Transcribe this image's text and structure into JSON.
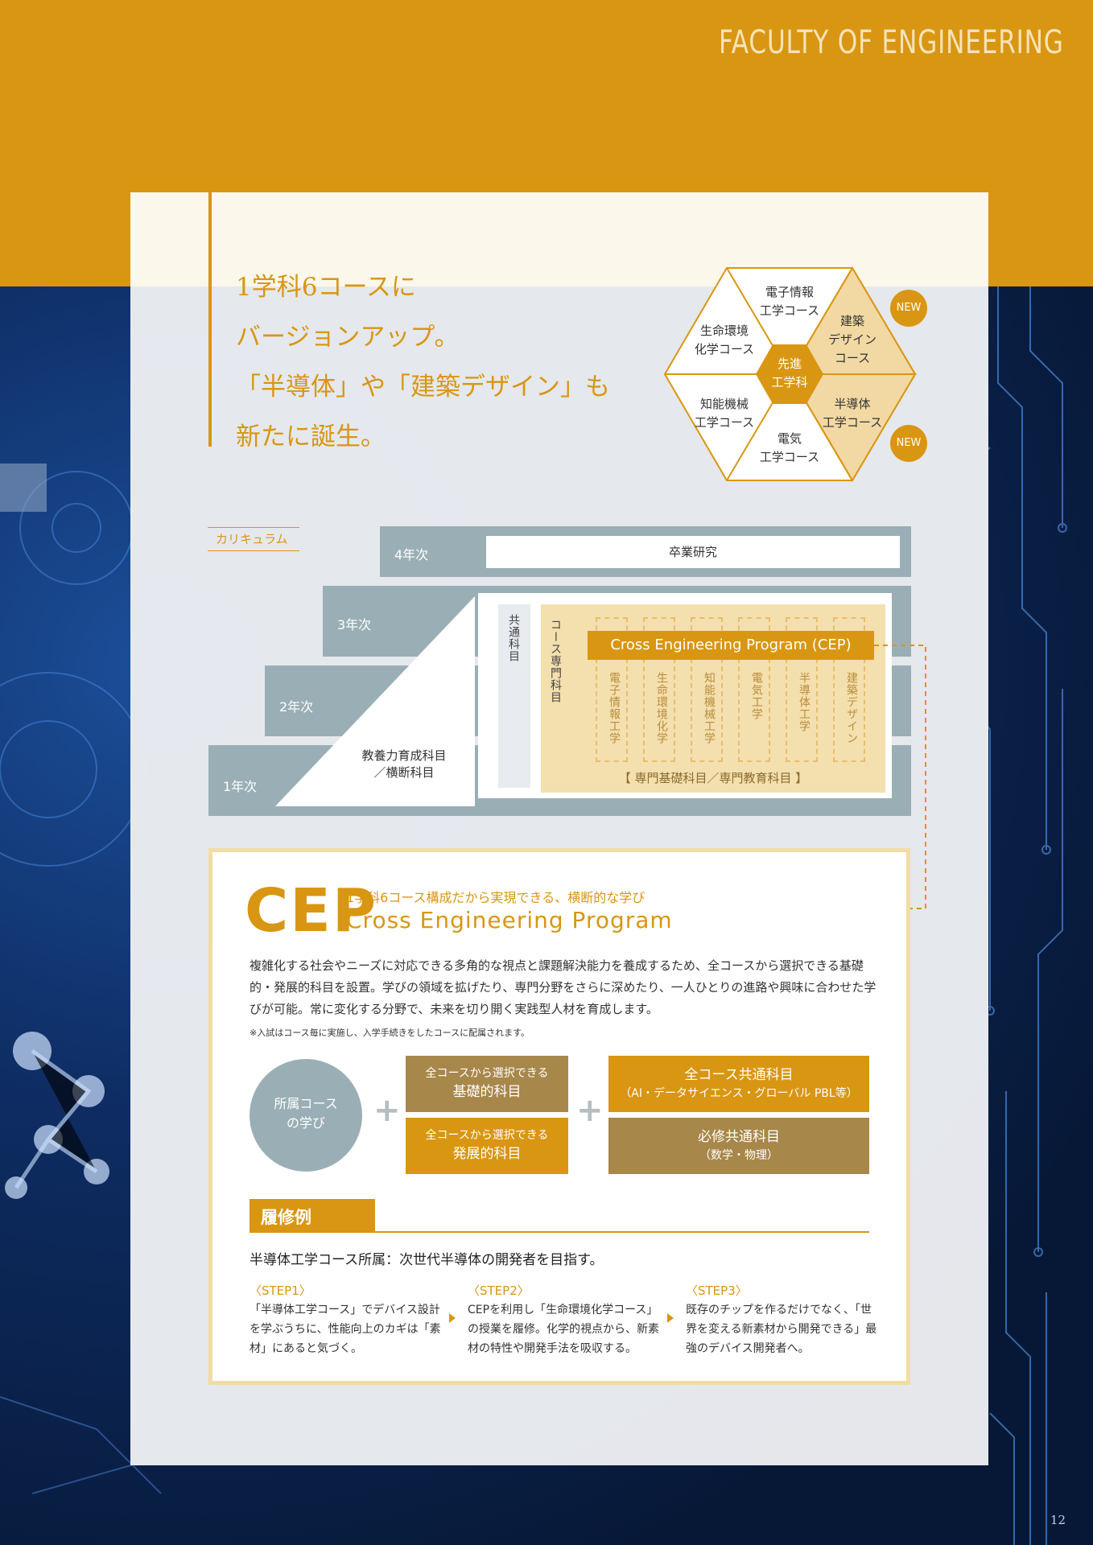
{
  "header": {
    "title": "FACULTY OF ENGINEERING",
    "page_number": "12"
  },
  "headline": {
    "lines": [
      "1学科6コースに",
      "バージョンアップ。",
      "「半導体」や「建築デザイン」も",
      "新たに誕生。"
    ]
  },
  "hexagon": {
    "center": [
      "先進",
      "工学科"
    ],
    "courses": {
      "top": [
        "電子情報",
        "工学コース"
      ],
      "upper_left": [
        "生命環境",
        "化学コース"
      ],
      "upper_right": [
        "建築",
        "デザイン",
        "コース"
      ],
      "lower_left": [
        "知能機械",
        "工学コース"
      ],
      "lower_right": [
        "半導体",
        "工学コース"
      ],
      "bottom": [
        "電気",
        "工学コース"
      ]
    },
    "new_badge": "NEW",
    "colors": {
      "gold": "#d99612",
      "light": "#f2d9a3"
    }
  },
  "curriculum": {
    "tag": "カリキュラム",
    "years": [
      "4年次",
      "3年次",
      "2年次",
      "1年次"
    ],
    "graduation": "卒業研究",
    "general": [
      "教養力育成科目",
      "／横断科目"
    ],
    "common": "共通科目",
    "course_specialty": "コース専門科目",
    "cep": "Cross Engineering Program (CEP)",
    "courses": [
      "電子情報工学",
      "生命環境化学",
      "知能機械工学",
      "電気工学",
      "半導体工学",
      "建築デザイン"
    ],
    "specialty_note": "【 専門基礎科目／専門教育科目 】"
  },
  "cep": {
    "big": "CEP",
    "subtitle": "1学科6コース構成だから実現できる、横断的な学び",
    "subtitle_en": "Cross Engineering Program",
    "description": "複雑化する社会やニーズに対応できる多角的な視点と課題解決能力を養成するため、全コースから選択できる基礎的・発展的科目を設置。学びの領域を拡げたり、専門分野をさらに深めたり、一人ひとりの進路や興味に合わせた学びが可能。常に変化する分野で、未来を切り開く実践型人材を育成します。",
    "note": "※入試はコース毎に実施し、入学手続きをしたコースに配属されます。",
    "circle": [
      "所属コース",
      "の学び"
    ],
    "plus": "+",
    "box_basic": {
      "small": "全コースから選択できる",
      "large": "基礎的科目"
    },
    "box_advanced": {
      "small": "全コースから選択できる",
      "large": "発展的科目"
    },
    "box_common": {
      "large": "全コース共通科目",
      "small": "（AI・データサイエンス・グローバル PBL等）"
    },
    "box_required": {
      "large": "必修共通科目",
      "small": "（数学・物理）"
    }
  },
  "example": {
    "tab": "履修例",
    "title": "半導体工学コース所属：次世代半導体の開発者を目指す。",
    "steps": [
      {
        "label": "〈STEP1〉",
        "text": "「半導体工学コース」でデバイス設計を学ぶうちに、性能向上のカギは「素材」にあると気づく。"
      },
      {
        "label": "〈STEP2〉",
        "text": "CEPを利用し「生命環境化学コース」の授業を履修。化学的視点から、新素材の特性や開発手法を吸収する。"
      },
      {
        "label": "〈STEP3〉",
        "text": "既存のチップを作るだけでなく、「世界を変える新素材から開発できる」最強のデバイス開発者へ。"
      }
    ]
  }
}
